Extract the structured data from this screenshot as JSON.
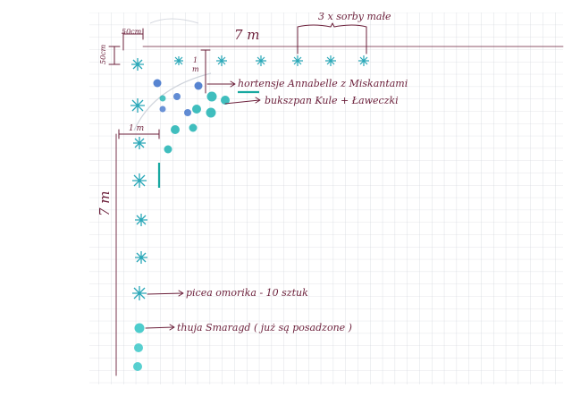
{
  "colors": {
    "paper": "#ffffff",
    "grid": "#c9cdd6",
    "ink": "#6b1f3a",
    "thuja_teal": "#2ec4c4",
    "hydrangea_blue": "#3a6fc9",
    "boxwood_teal": "#1fb3b3",
    "spruce_star": "#2aa8b8",
    "bench_teal": "#17a8a0"
  },
  "dimensions": {
    "top_width": "7 m",
    "left_height": "7 m",
    "scale_50cm_top": "50cm",
    "scale_50cm_left": "50cm",
    "one_meter_vertical_num": "1",
    "one_meter_vertical_unit": "m",
    "one_meter_horizontal": "1 m",
    "sorbs_label": "3 x sorby małe"
  },
  "legend": {
    "hortensje": "hortensje Annabelle z Miskantami",
    "bukszpan": "bukszpan Kule + Ławeczki",
    "picea": "picea omorika - 10 sztuk",
    "thuja": "thuja Smaragd ( już są posadzone )"
  }
}
